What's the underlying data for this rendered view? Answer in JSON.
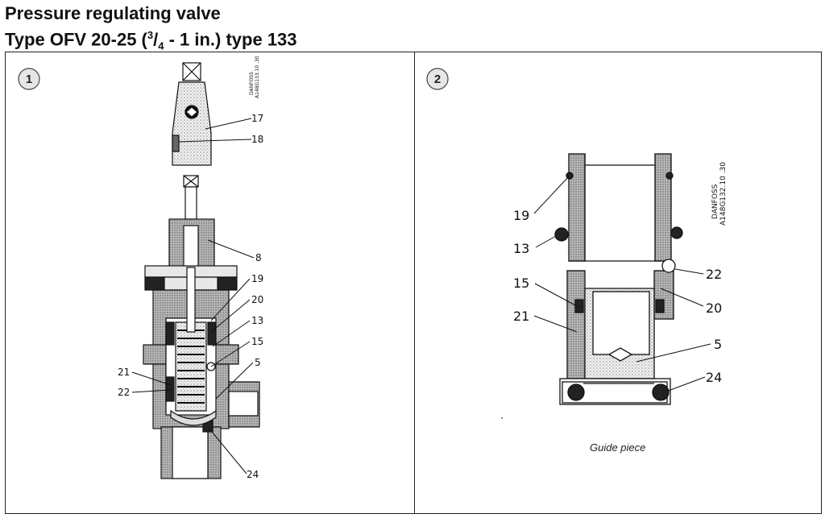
{
  "title": {
    "line1": "Pressure regulating valve",
    "line2_prefix": "Type OFV 20-25  (",
    "line2_frac_num": "3",
    "line2_frac_den": "4",
    "line2_suffix": " - 1 in.) type 133"
  },
  "panel1": {
    "badge": "1",
    "code_line1": "DANFOSS",
    "code_line2": "A148G133.10 .30",
    "labels": [
      "17",
      "18",
      "8",
      "19",
      "20",
      "13",
      "15",
      "5",
      "21",
      "22",
      "24"
    ]
  },
  "panel2": {
    "badge": "2",
    "code_line1": "DANFOSS",
    "code_line2": "A148G132.10 .30",
    "labels": [
      "19",
      "13",
      "15",
      "21",
      "22",
      "20",
      "5",
      "24"
    ],
    "caption": "Guide piece"
  },
  "colors": {
    "line": "#111111",
    "hatch": "#9a9a9a",
    "dots": "#c8c8c8",
    "black": "#1a1a1a"
  }
}
